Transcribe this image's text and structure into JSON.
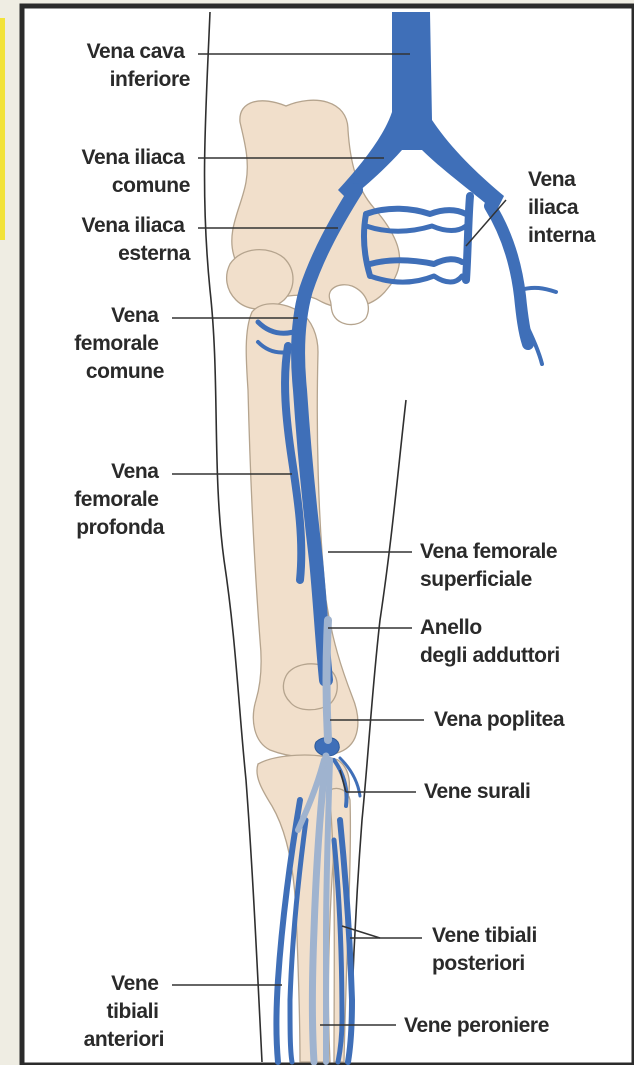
{
  "labels": {
    "vena_cava_inferiore": [
      "Vena cava",
      "inferiore"
    ],
    "vena_iliaca_comune": [
      "Vena iliaca",
      "comune"
    ],
    "vena_iliaca_esterna": [
      "Vena iliaca",
      "esterna"
    ],
    "vena_iliaca_interna": [
      "Vena",
      "iliaca",
      "interna"
    ],
    "vena_femorale_comune": [
      "Vena",
      "femorale",
      "comune"
    ],
    "vena_femorale_profonda": [
      "Vena",
      "femorale",
      "profonda"
    ],
    "vena_femorale_superficiale": [
      "Vena femorale",
      "superficiale"
    ],
    "anello_adduttori": [
      "Anello",
      "degli adduttori"
    ],
    "vena_poplitea": [
      "Vena poplitea"
    ],
    "vene_surali": [
      "Vene surali"
    ],
    "vene_tibiali_posteriori": [
      "Vene tibiali",
      "posteriori"
    ],
    "vene_tibiali_anteriori": [
      "Vene",
      "tibiali",
      "anteriori"
    ],
    "vene_peroniere": [
      "Vene peroniere"
    ]
  },
  "colors": {
    "page_background": "#efede3",
    "panel_background": "#ffffff",
    "frame": "#2b2b2b",
    "bone": "#f1dfcb",
    "bone_outline": "#b5a48e",
    "vein": "#3f6fb8",
    "vein_pale": "#9fb3cf",
    "skin_outline": "#2f2f2f",
    "leader_line": "#333333",
    "accent_yellow": "#f2e33a"
  }
}
